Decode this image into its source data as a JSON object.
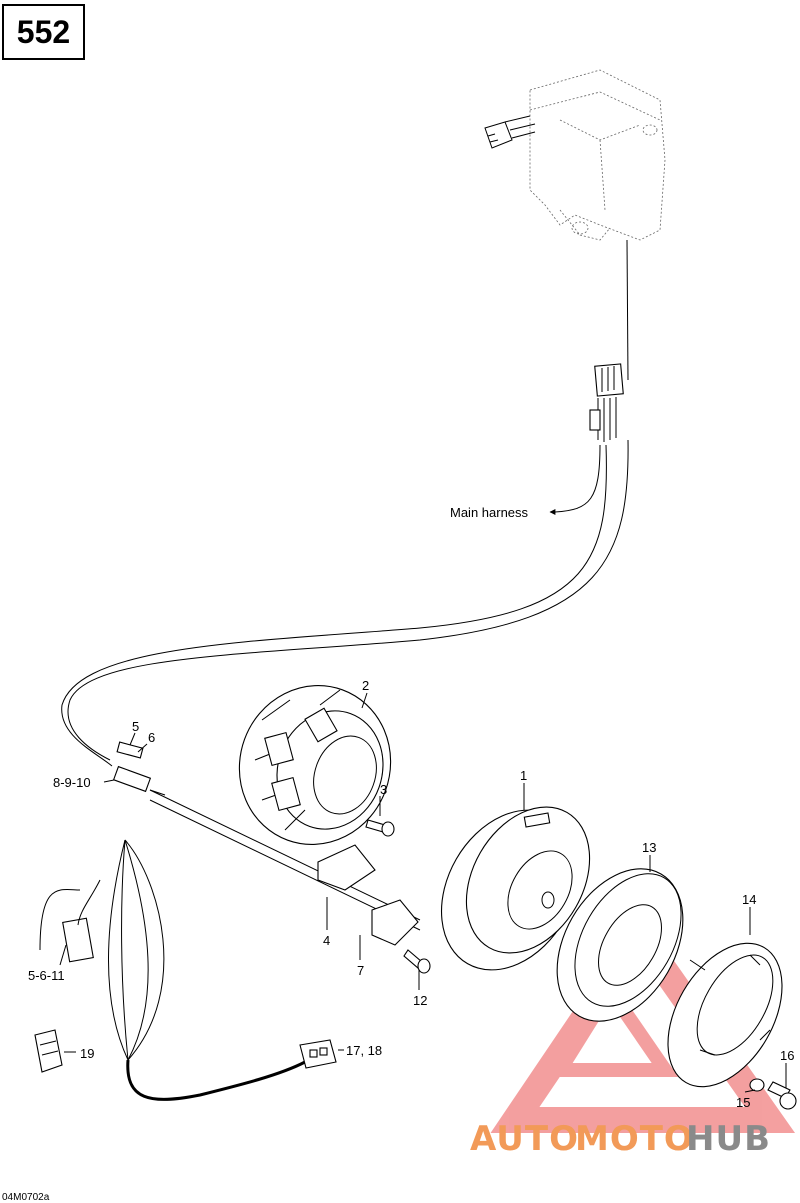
{
  "page_number": "552",
  "callouts": {
    "main_harness": "Main harness",
    "c1": "1",
    "c2": "2",
    "c3": "3",
    "c4": "4",
    "c5": "5",
    "c6": "6",
    "c7": "7",
    "c8_9_10": "8-9-10",
    "c12": "12",
    "c13": "13",
    "c14": "14",
    "c15": "15",
    "c16": "16",
    "c5_6_11": "5-6-11",
    "c17_18": "17, 18",
    "c19": "19"
  },
  "figure_code": "04M0702a",
  "watermark": {
    "part1": "AUTO",
    "part2": "MOTO",
    "part3": "HUB",
    "color_orange": "#f29a58",
    "color_gray": "#8a8a8a",
    "color_triangle": "#f08080"
  }
}
